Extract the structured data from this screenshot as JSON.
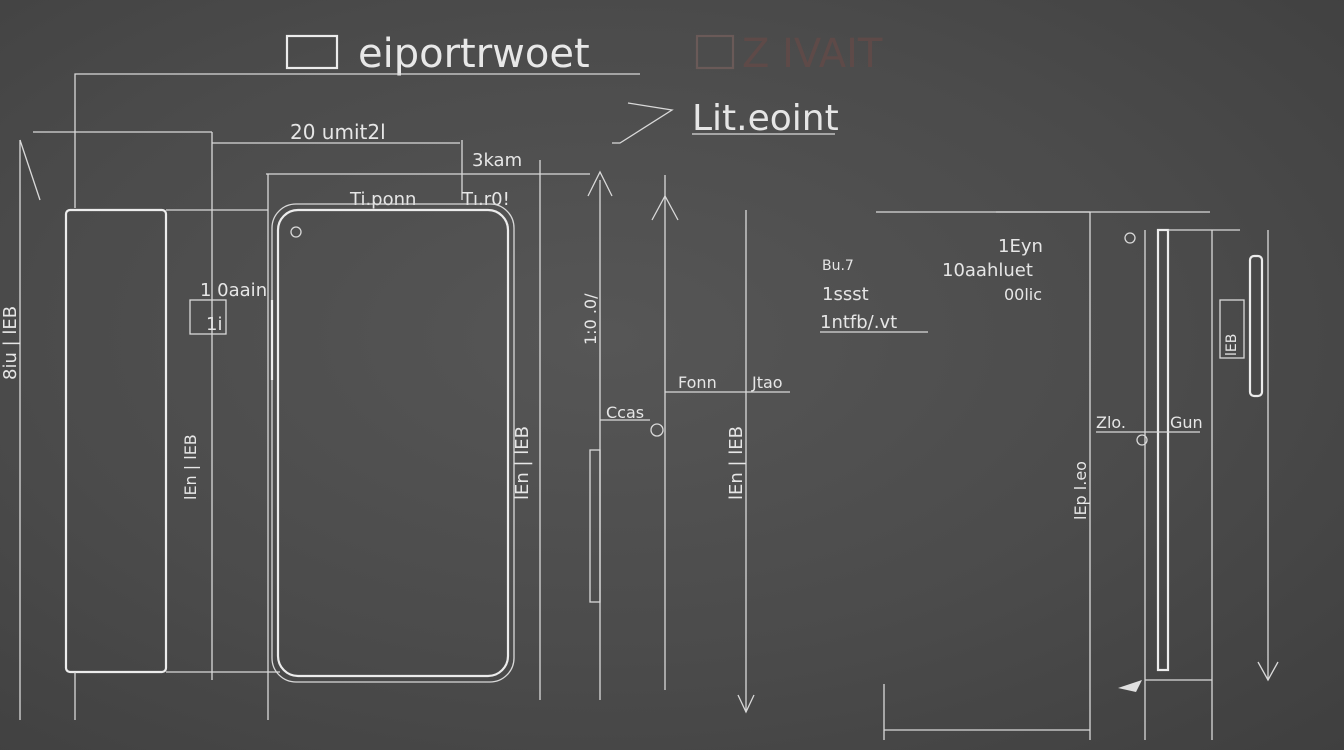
{
  "title": "eiportrwoet",
  "title_faint": "Z IVAIT",
  "subtitle": "Lit.eoint",
  "labels": {
    "dim_top": "20 umit2l",
    "dim_sub": "3kam",
    "dim_top2": "Ti.ponn",
    "dim_top3": "Tı.r0!",
    "left_side": "8iu | lEB",
    "left_inner": "1 0aain",
    "left_inner2": "1i",
    "left_vert": "lEn | lEB",
    "front_side": "lEn | lEB",
    "right_vert": "1:0 .0/",
    "mid_note": "Ccas",
    "mid_note2": "Fonn",
    "mid_note3": "Jtao",
    "mid_vert": "lEn | lEB",
    "spec1": "Bu.7",
    "spec2": "1ssst",
    "spec3": "1ntfb/.vt",
    "spec4": "1Eyn",
    "spec5": "10aahluet",
    "spec6": "00lic",
    "side_vert": "lEp l.eo",
    "side_note": "Zlo.",
    "side_note2": "Gun",
    "side_badge": "lEB"
  }
}
